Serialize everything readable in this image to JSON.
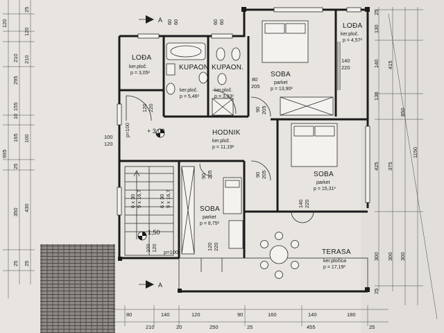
{
  "rooms": {
    "loda_left": {
      "name": "LOĐA",
      "floor": "ker.ploč.",
      "area": "p = 3,05²"
    },
    "kupaon_1": {
      "name": "KUPAON",
      "floor": "ker.ploč.",
      "area": "p = 5,46²"
    },
    "kupaon_2": {
      "name": "KUPAON.",
      "floor": "ker.ploč.",
      "area": "p = 3,83²"
    },
    "soba_top": {
      "name": "SOBA",
      "floor": "parket",
      "area": "p = 13,90²"
    },
    "loda_right": {
      "name": "LOĐA",
      "floor": "ker.ploč.",
      "area": "p = 4,57²"
    },
    "hodnik": {
      "name": "HODNIK",
      "floor": "ker.ploč.",
      "area": "p = 11,19²"
    },
    "soba_right": {
      "name": "SOBA",
      "floor": "parket",
      "area": "p = 15,31²"
    },
    "soba_small": {
      "name": "SOBA",
      "floor": "parket",
      "area": "p = 8,75²"
    },
    "terasa": {
      "name": "TERASA",
      "floor": "ker.pločica",
      "area": "p = 17,19²"
    }
  },
  "section_marks": {
    "top": "A",
    "bottom": "A"
  },
  "levels": {
    "upper": "+ 3,00",
    "stair": "1,50"
  },
  "openings": {
    "o_60a": "60",
    "o_60b": "60",
    "o_60c": "60",
    "o_60d": "60",
    "o_80_205": "80",
    "o_205a": "205",
    "o_90a": "90",
    "o_205b": "205",
    "o_90b": "90",
    "o_205c": "205",
    "o_140a": "140",
    "o_220a": "220",
    "o_120a": "120",
    "o_220b": "220",
    "o_100": "100",
    "o_120b": "120",
    "o_p100a": "p=100",
    "o_90c": "90",
    "o_205d": "205",
    "o_140b": "140",
    "o_220c": "220",
    "o_120c": "120",
    "o_220d": "220",
    "o_100b": "100",
    "o_120d": "120",
    "o_p100b": "p=100",
    "stair_1": "6 x 30",
    "stair_2": "9 x 16,7",
    "stair_3": "6 x 30",
    "stair_4": "9 x 16,7"
  },
  "dimensions": {
    "left_outer": [
      "120",
      "210",
      "295",
      "10",
      "155",
      "165",
      "25",
      "350",
      "25"
    ],
    "left_inner": [
      "25",
      "120",
      "210",
      "100",
      "430",
      "25"
    ],
    "left_total": "995",
    "right_a": [
      "25",
      "130",
      "140",
      "130",
      "425",
      "300",
      "25"
    ],
    "right_b": [
      "415",
      "375",
      "300"
    ],
    "right_c": [
      "850",
      "300"
    ],
    "right_total": "1150",
    "bottom_1": [
      "80",
      "140",
      "120",
      "90",
      "160",
      "140",
      "180"
    ],
    "bottom_2": [
      "210",
      "20",
      "250",
      "25",
      "455",
      "25"
    ]
  }
}
